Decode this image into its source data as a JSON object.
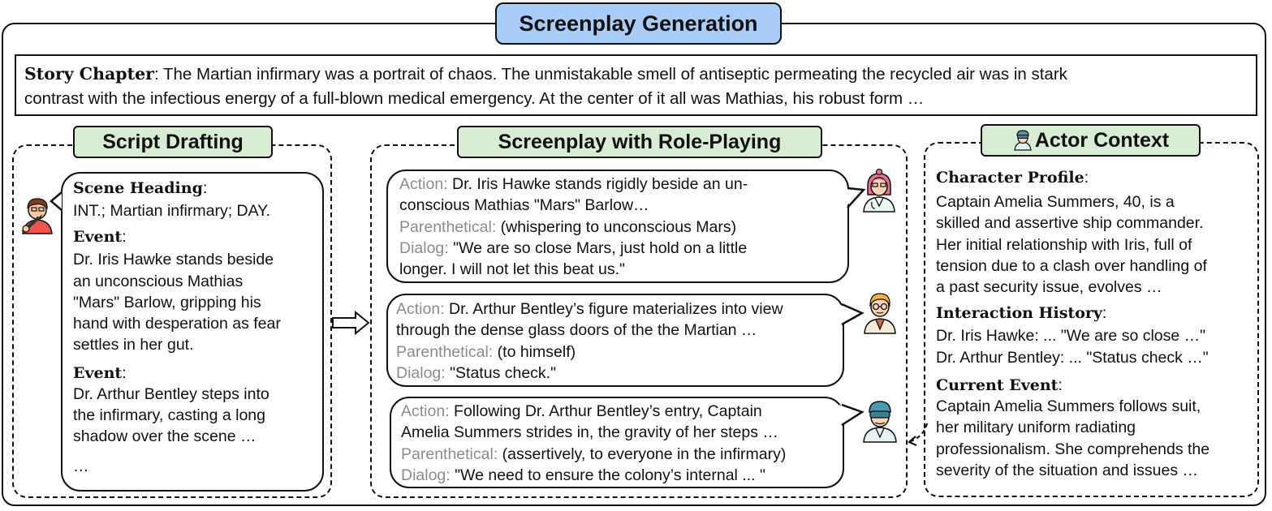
{
  "title": "Screenplay Generation",
  "story": {
    "label": "Story Chapter",
    "line1": "The Martian infirmary was a portrait of chaos. The unmistakable smell of antiseptic permeating the recycled air was in stark",
    "line2": "contrast with the infectious energy of a full-blown medical emergency. At the center of it all was Mathias, his robust form …"
  },
  "drafting": {
    "title": "Script Drafting",
    "scene_heading_label": "Scene Heading",
    "scene_heading": "INT.; Martian infirmary; DAY.",
    "event_label": "Event",
    "event1": [
      "Dr. Iris Hawke stands beside",
      "an unconscious Mathias",
      "\"Mars\" Barlow, gripping his",
      "hand with desperation as fear",
      "settles in her gut."
    ],
    "event2": [
      "Dr. Arthur Bentley steps into",
      "the infirmary, casting a long",
      "shadow over the scene …"
    ],
    "ellipsis": "…"
  },
  "roleplay": {
    "title": "Screenplay with Role-Playing",
    "action_label": "Action:",
    "paren_label": "Parenthetical:",
    "dialog_label": "Dialog:",
    "bubbles": [
      {
        "action": [
          " Dr. Iris Hawke stands rigidly beside an un-",
          "conscious Mathias \"Mars\" Barlow…"
        ],
        "paren": " (whispering to unconscious Mars)",
        "dialog": [
          " \"We are so close Mars, just hold on a little",
          "longer. I will not let this beat us.\""
        ]
      },
      {
        "action": [
          " Dr. Arthur Bentley’s figure materializes into view",
          "through the dense glass doors of the the Martian …"
        ],
        "paren": " (to himself)",
        "dialog": [
          " \"Status check.\""
        ]
      },
      {
        "action": [
          " Following Dr. Arthur Bentley’s entry, Captain",
          "Amelia Summers strides in, the gravity of her steps …"
        ],
        "paren": " (assertively, to everyone in the infirmary)",
        "dialog": [
          " \"We need to ensure the colony’s internal ... \""
        ]
      }
    ]
  },
  "actor": {
    "title": "Actor Context",
    "profile_label": "Character Profile",
    "profile": [
      "Captain Amelia Summers, 40, is a",
      "skilled and assertive ship commander.",
      "Her initial relationship with Iris, full of",
      "tension due to a clash over handling of",
      "a past security issue, evolves …"
    ],
    "history_label": "Interaction History",
    "history": [
      "Dr. Iris Hawke: ... \"We are so close …\"",
      "Dr. Arthur Bentley: ... \"Status check …\""
    ],
    "event_label": "Current Event",
    "event": [
      "Captain Amelia Summers follows suit,",
      "her military uniform radiating",
      "professionalism. She comprehends the",
      "severity of the situation and issues …"
    ]
  },
  "colors": {
    "title_fill": "#a9cdf7",
    "label_fill": "#d9ecd4",
    "secondary_text": "#8c8c8c"
  }
}
